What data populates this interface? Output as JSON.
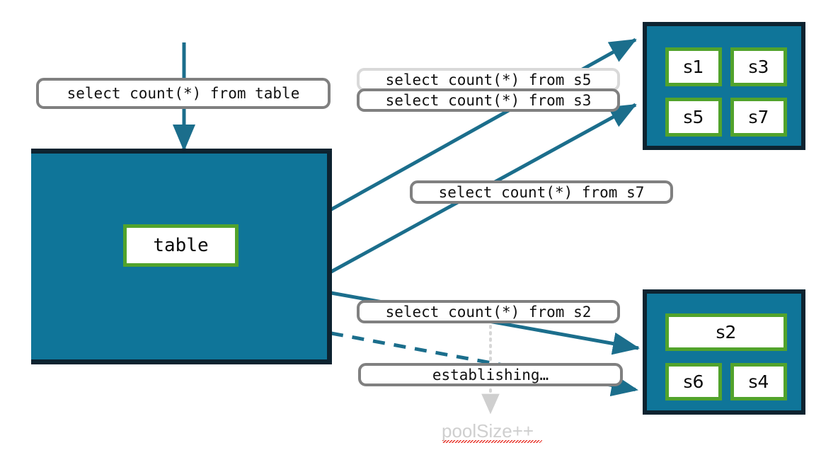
{
  "diagram": {
    "title": "connection pool query routing",
    "colors": {
      "group_fill": "#0f7599",
      "group_border": "#0d2330",
      "node_border": "#52a32c",
      "node_fill": "#ffffff",
      "edge": "#1b6e8c",
      "pill_border": "#808080",
      "pill_border_faded": "#d9d9d9",
      "ghost_text": "#cfcfcf",
      "squiggle": "#e8342a"
    }
  },
  "source": {
    "table_node_label": "table",
    "incoming_query": "select count(*) from table"
  },
  "pool_top": {
    "nodes": [
      {
        "label": "s1"
      },
      {
        "label": "s3"
      },
      {
        "label": "s5"
      },
      {
        "label": "s7"
      }
    ]
  },
  "pool_bottom": {
    "nodes": [
      {
        "label": "s2"
      },
      {
        "label": "s6"
      },
      {
        "label": "s4"
      }
    ]
  },
  "queries": [
    {
      "id": "q-s5",
      "text": "select count(*) from s5",
      "state": "faded"
    },
    {
      "id": "q-s3",
      "text": "select count(*) from s3",
      "state": "active"
    },
    {
      "id": "q-s7",
      "text": "select count(*) from s7",
      "state": "active"
    },
    {
      "id": "q-s2",
      "text": "select count(*) from s2",
      "state": "active"
    }
  ],
  "status": {
    "establishing_label": "establishing…",
    "pool_counter_note": "poolSize++"
  }
}
